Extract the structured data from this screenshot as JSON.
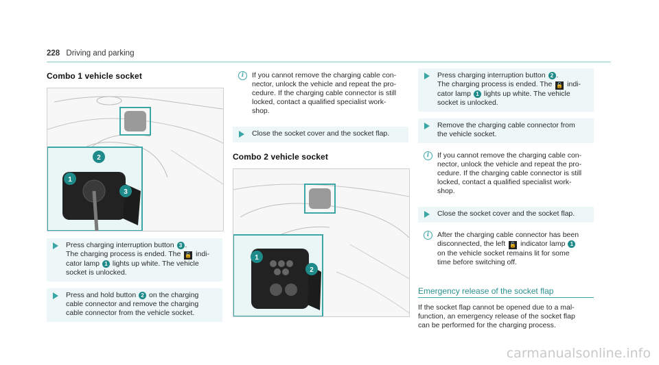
{
  "header": {
    "page_number": "228",
    "section": "Driving and parking"
  },
  "col1": {
    "title": "Combo 1 vehicle socket",
    "steps": [
      {
        "parts": [
          "Press charging interruption button ",
          "3",
          ".\nThe charging process is ended. The ",
          "🔓",
          " indi-\ncator lamp ",
          "1",
          " lights up white. The vehicle\nsocket is unlocked."
        ]
      },
      {
        "parts": [
          "Press and hold button ",
          "2",
          " on the charging\ncable connector and remove the charging\ncable connector from the vehicle socket."
        ]
      }
    ],
    "callouts": [
      "1",
      "2",
      "3"
    ]
  },
  "col2": {
    "note1": "If you cannot remove the charging cable con-\nnector, unlock the vehicle and repeat the pro-\ncedure. If the charging cable connector is still\nlocked, contact a qualified specialist work-\nshop.",
    "step1": "Close the socket cover and the socket flap.",
    "title": "Combo 2 vehicle socket",
    "callouts": [
      "1",
      "2"
    ]
  },
  "col3": {
    "step1_a": "Press charging interruption button ",
    "step1_b": "2",
    "step1_c": ".\nThe charging process is ended. The ",
    "step1_d": " indi-\ncator lamp ",
    "step1_e": "1",
    "step1_f": " lights up white. The vehicle\nsocket is unlocked.",
    "step2": "Remove the charging cable connector from\nthe vehicle socket.",
    "note1": "If you cannot remove the charging cable con-\nnector, unlock the vehicle and repeat the pro-\ncedure. If the charging cable connector is still\nlocked, contact a qualified specialist work-\nshop.",
    "step3": "Close the socket cover and the socket flap.",
    "note2_a": "After the charging cable connector has been\ndisconnected, the left ",
    "note2_b": " indicator lamp ",
    "note2_c": "1",
    "note2_d": "\non the vehicle socket remains lit for some\ntime before switching off.",
    "subtitle": "Emergency release of the socket flap",
    "para": "If the socket flap cannot be opened due to a mal-\nfunction, an emergency release of the socket flap\ncan be performed for the charging process."
  },
  "watermark": "carmanualsonline.info",
  "colors": {
    "accent": "#3aa7a6",
    "step_bg": "#eef7f7",
    "badge": "#1e8a8a"
  }
}
